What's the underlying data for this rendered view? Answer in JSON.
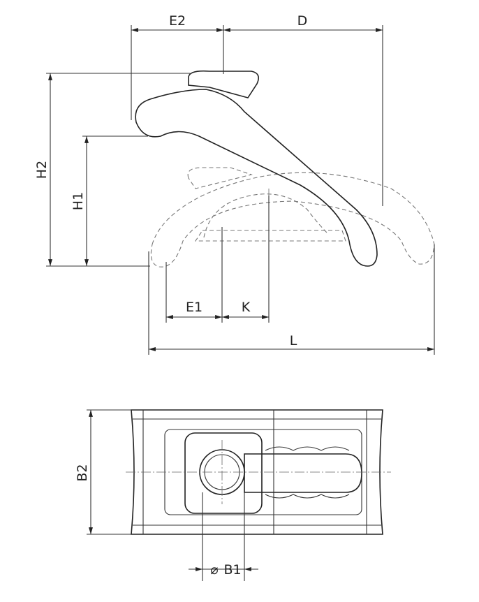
{
  "dimensions": {
    "E2": "E2",
    "D": "D",
    "H2": "H2",
    "H1": "H1",
    "E1": "E1",
    "K": "K",
    "L": "L",
    "B2": "B2",
    "B1": "B1",
    "diameter_symbol": "⌀"
  }
}
